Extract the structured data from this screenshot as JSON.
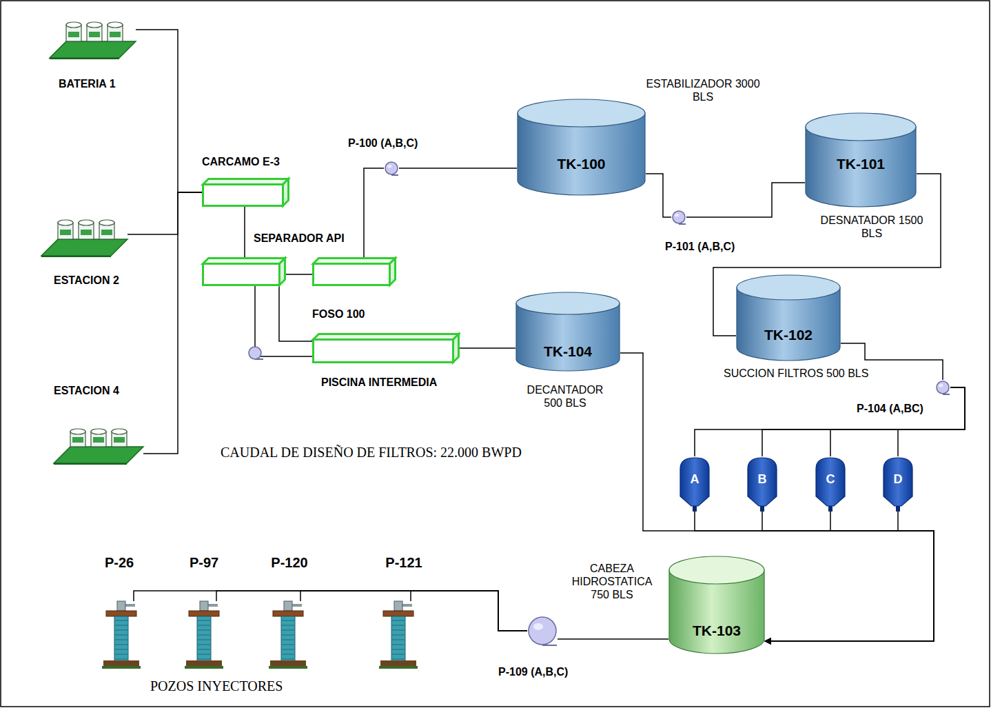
{
  "diagram": {
    "nodes": [
      {
        "text": [
          "BATERIA 1"
        ]
      },
      {
        "text": [
          "ESTACION 2"
        ]
      },
      {
        "text": [
          "ESTACION 4"
        ]
      },
      {
        "text": [
          "CARCAMO E-3"
        ]
      },
      {
        "text": [
          "SEPARADOR API"
        ]
      },
      {
        "text": [
          "FOSO 100"
        ]
      },
      {
        "text": [
          "PISCINA INTERMEDIA"
        ]
      },
      {
        "text": [
          "P-100 (A,B,C)"
        ]
      },
      {
        "text": [
          "ESTABILIZADOR 3000 BLS",
          "TK-100"
        ]
      },
      {
        "text": [
          "P-101 (A,B,C)"
        ]
      },
      {
        "text": [
          "TK-101",
          "DESNATADOR 1500 BLS"
        ]
      },
      {
        "text": [
          "TK-102",
          "SUCCION FILTROS 500 BLS"
        ]
      },
      {
        "text": [
          "TK-104",
          "DECANTADOR 500 BLS"
        ]
      },
      {
        "text": [
          "P-104 (A,BC)"
        ]
      },
      {
        "text": [
          "A"
        ]
      },
      {
        "text": [
          "B"
        ]
      },
      {
        "text": [
          "C"
        ]
      },
      {
        "text": [
          "D"
        ]
      },
      {
        "text": [
          "CABEZA HIDROSTATICA 750 BLS",
          "TK-103"
        ]
      },
      {
        "text": [
          "P-109 (A,B,C)"
        ]
      },
      {
        "text": [
          "P-26"
        ]
      },
      {
        "text": [
          "P-97"
        ]
      },
      {
        "text": [
          "P-120"
        ]
      },
      {
        "text": [
          "P-121"
        ]
      }
    ],
    "edges": [
      {
        "from": 0,
        "to": 3,
        "arrow": "none"
      },
      {
        "from": 1,
        "to": 3,
        "arrow": "none"
      },
      {
        "from": 2,
        "to": 3,
        "arrow": "none"
      },
      {
        "from": 3,
        "to": 4,
        "arrow": "none"
      },
      {
        "from": 4,
        "to": 5,
        "arrow": "none"
      },
      {
        "from": 4,
        "to": 6,
        "arrow": "none"
      },
      {
        "from": 4,
        "to": 6,
        "arrow": "none"
      },
      {
        "from": 5,
        "to": 7,
        "arrow": "none"
      },
      {
        "from": 7,
        "to": 8,
        "arrow": "none"
      },
      {
        "from": 8,
        "to": 9,
        "arrow": "none"
      },
      {
        "from": 9,
        "to": 10,
        "arrow": "none"
      },
      {
        "from": 10,
        "to": 11,
        "arrow": "none"
      },
      {
        "from": 11,
        "to": 13,
        "arrow": "none"
      },
      {
        "from": 13,
        "to": 14,
        "arrow": "none"
      },
      {
        "from": 13,
        "to": 15,
        "arrow": "none"
      },
      {
        "from": 13,
        "to": 16,
        "arrow": "none"
      },
      {
        "from": 13,
        "to": 17,
        "arrow": "none"
      },
      {
        "from": 6,
        "to": 12,
        "arrow": "none"
      },
      {
        "from": 12,
        "to": 18,
        "arrow": "none"
      },
      {
        "from": 14,
        "to": 18,
        "arrow": "to"
      },
      {
        "from": 15,
        "to": 18,
        "arrow": "to"
      },
      {
        "from": 16,
        "to": 18,
        "arrow": "to"
      },
      {
        "from": 17,
        "to": 18,
        "arrow": "to"
      },
      {
        "from": 18,
        "to": 19,
        "arrow": "none"
      },
      {
        "from": 19,
        "to": 20,
        "arrow": "none"
      },
      {
        "from": 19,
        "to": 21,
        "arrow": "none"
      },
      {
        "from": 19,
        "to": 22,
        "arrow": "none"
      },
      {
        "from": 19,
        "to": 23,
        "arrow": "none"
      }
    ],
    "labels": [
      "CAUDAL DE DISEÑO DE FILTROS: 22.000 BWPD",
      "POZOS INYECTORES"
    ]
  }
}
